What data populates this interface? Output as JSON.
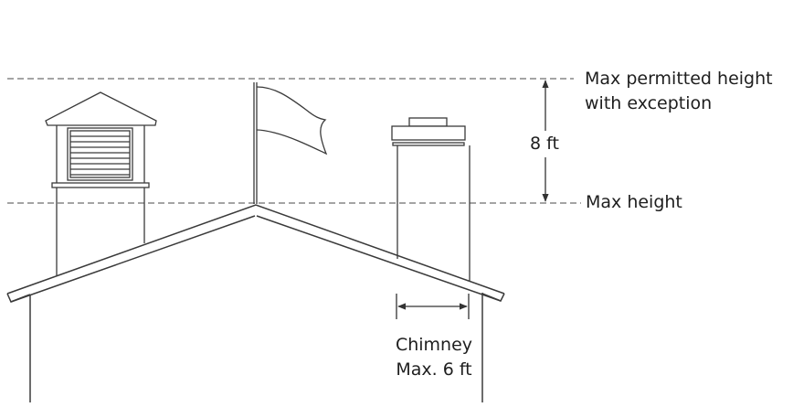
{
  "diagram": {
    "labels": {
      "max_permitted_line1": "Max permitted height",
      "max_permitted_line2": "with exception",
      "dimension_8ft": "8 ft",
      "max_height": "Max height",
      "chimney_line1": "Chimney",
      "chimney_line2": "Max. 6 ft"
    },
    "elements": [
      "cupola",
      "flagpole",
      "chimney",
      "roof",
      "dimension-arrow-vertical",
      "dimension-arrow-horizontal",
      "max-height-line",
      "max-permitted-line"
    ],
    "colors": {
      "line": "#3a3a3a",
      "dash": "#6e6e6e",
      "text": "#1e1e1e",
      "background": "#ffffff"
    }
  }
}
